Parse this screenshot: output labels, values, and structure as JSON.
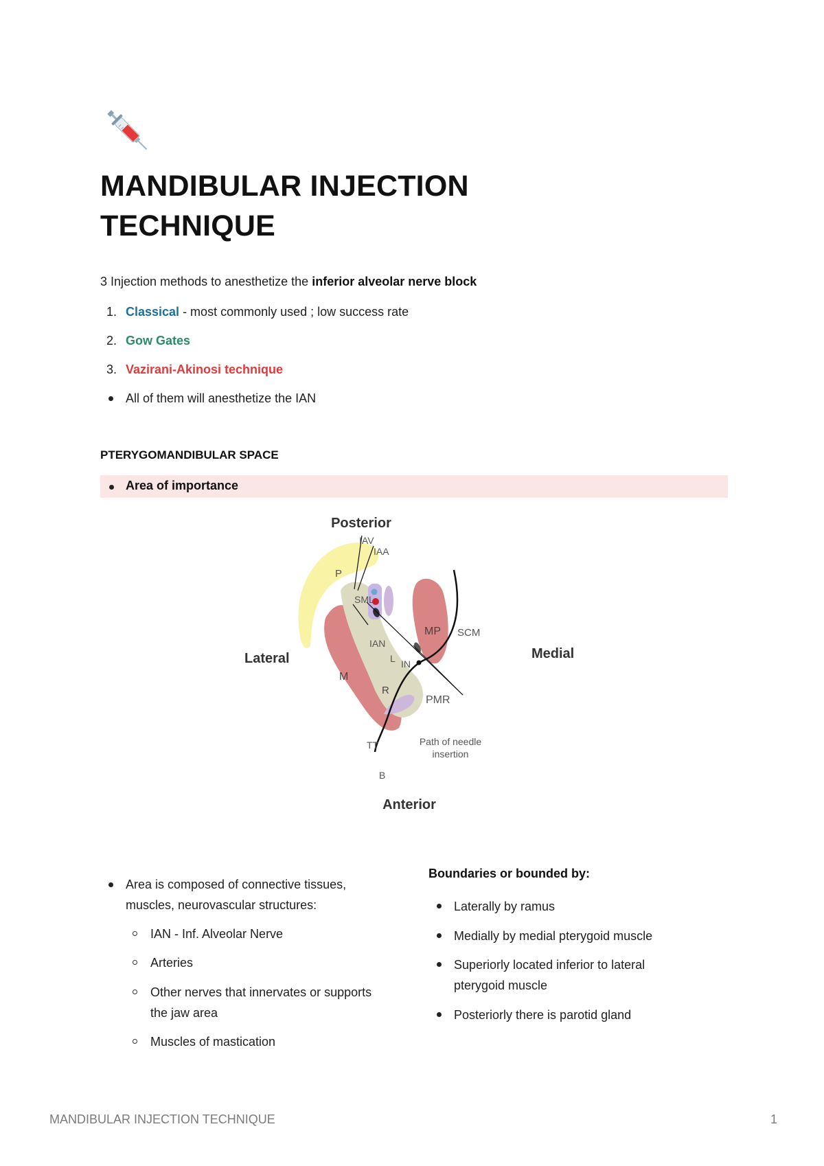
{
  "document": {
    "title": "MANDIBULAR INJECTION TECHNIQUE",
    "emoji_icon": "syringe-icon"
  },
  "intro": {
    "prefix": "3 Injection methods to anesthetize the ",
    "bold": "inferior alveolar nerve block"
  },
  "methods": [
    {
      "number": "1.",
      "label": "Classical",
      "suffix": " - most commonly used ; low success rate",
      "color": "#1f6f99"
    },
    {
      "number": "2.",
      "label": "Gow Gates",
      "suffix": "",
      "color": "#2c8a68"
    },
    {
      "number": "3.",
      "label": "Vazirani-Akinosi technique",
      "suffix": "",
      "color": "#e03b3b"
    }
  ],
  "methods_note": "All of them will anesthetize the IAN",
  "section": {
    "heading": "PTERYGOMANDIBULAR SPACE",
    "callout": "Area of importance",
    "callout_bg": "#fbe6e6"
  },
  "diagram": {
    "posterior": "Posterior",
    "anterior": "Anterior",
    "lateral": "Lateral",
    "medial": "Medial",
    "labels": {
      "P": "P",
      "IAV": "IAV",
      "IAA": "IAA",
      "SML": "SML",
      "MP": "MP",
      "SCM": "SCM",
      "IAN": "IAN",
      "L": "L",
      "IN": "IN",
      "M": "M",
      "R": "R",
      "PMR": "PMR",
      "TT": "TT",
      "B": "B",
      "path1": "Path of needle",
      "path2": "insertion"
    }
  },
  "left_column": {
    "item1_line1": "Area is composed of connective tissues,",
    "item1_line2": "muscles, neurovascular structures:",
    "sub": [
      "IAN - Inf. Alveolar Nerve",
      "Arteries",
      "Other nerves that innervates or supports",
      "the jaw area",
      "Muscles of mastication"
    ]
  },
  "right_column": {
    "heading": "Boundaries or bounded by:",
    "items": [
      "Laterally by ramus",
      "Medially by medial pterygoid muscle",
      "Superiorly located inferior to lateral",
      "pterygoid muscle",
      "Posteriorly there is parotid gland"
    ]
  },
  "footer": {
    "title": "MANDIBULAR INJECTION TECHNIQUE",
    "page_number": "1"
  }
}
